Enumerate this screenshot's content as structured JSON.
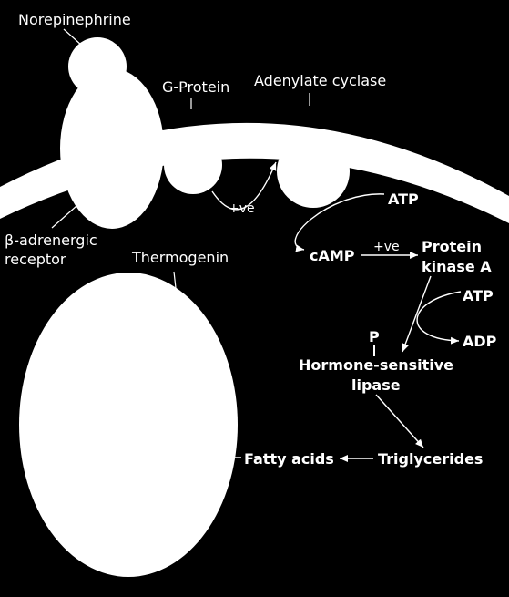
{
  "colors": {
    "background": "#000000",
    "foreground": "#ffffff"
  },
  "labels": {
    "norepinephrine": "Norepinephrine",
    "g_protein": "G-Protein",
    "adenylate_cyclase": "Adenylate cyclase",
    "beta_receptor_line1": "β-adrenergic",
    "beta_receptor_line2": "receptor",
    "thermogenin": "Thermogenin"
  },
  "pathway": {
    "plus_ve_1": "+ve",
    "atp_1": "ATP",
    "camp": "cAMP",
    "plus_ve_2": "+ve",
    "pka_line1": "Protein",
    "pka_line2": "kinase A",
    "atp_2": "ATP",
    "adp": "ADP",
    "phosphate": "P",
    "hsl_line1": "Hormone-sensitive",
    "hsl_line2": "lipase",
    "triglycerides": "Triglycerides",
    "fatty_acids": "Fatty acids"
  }
}
